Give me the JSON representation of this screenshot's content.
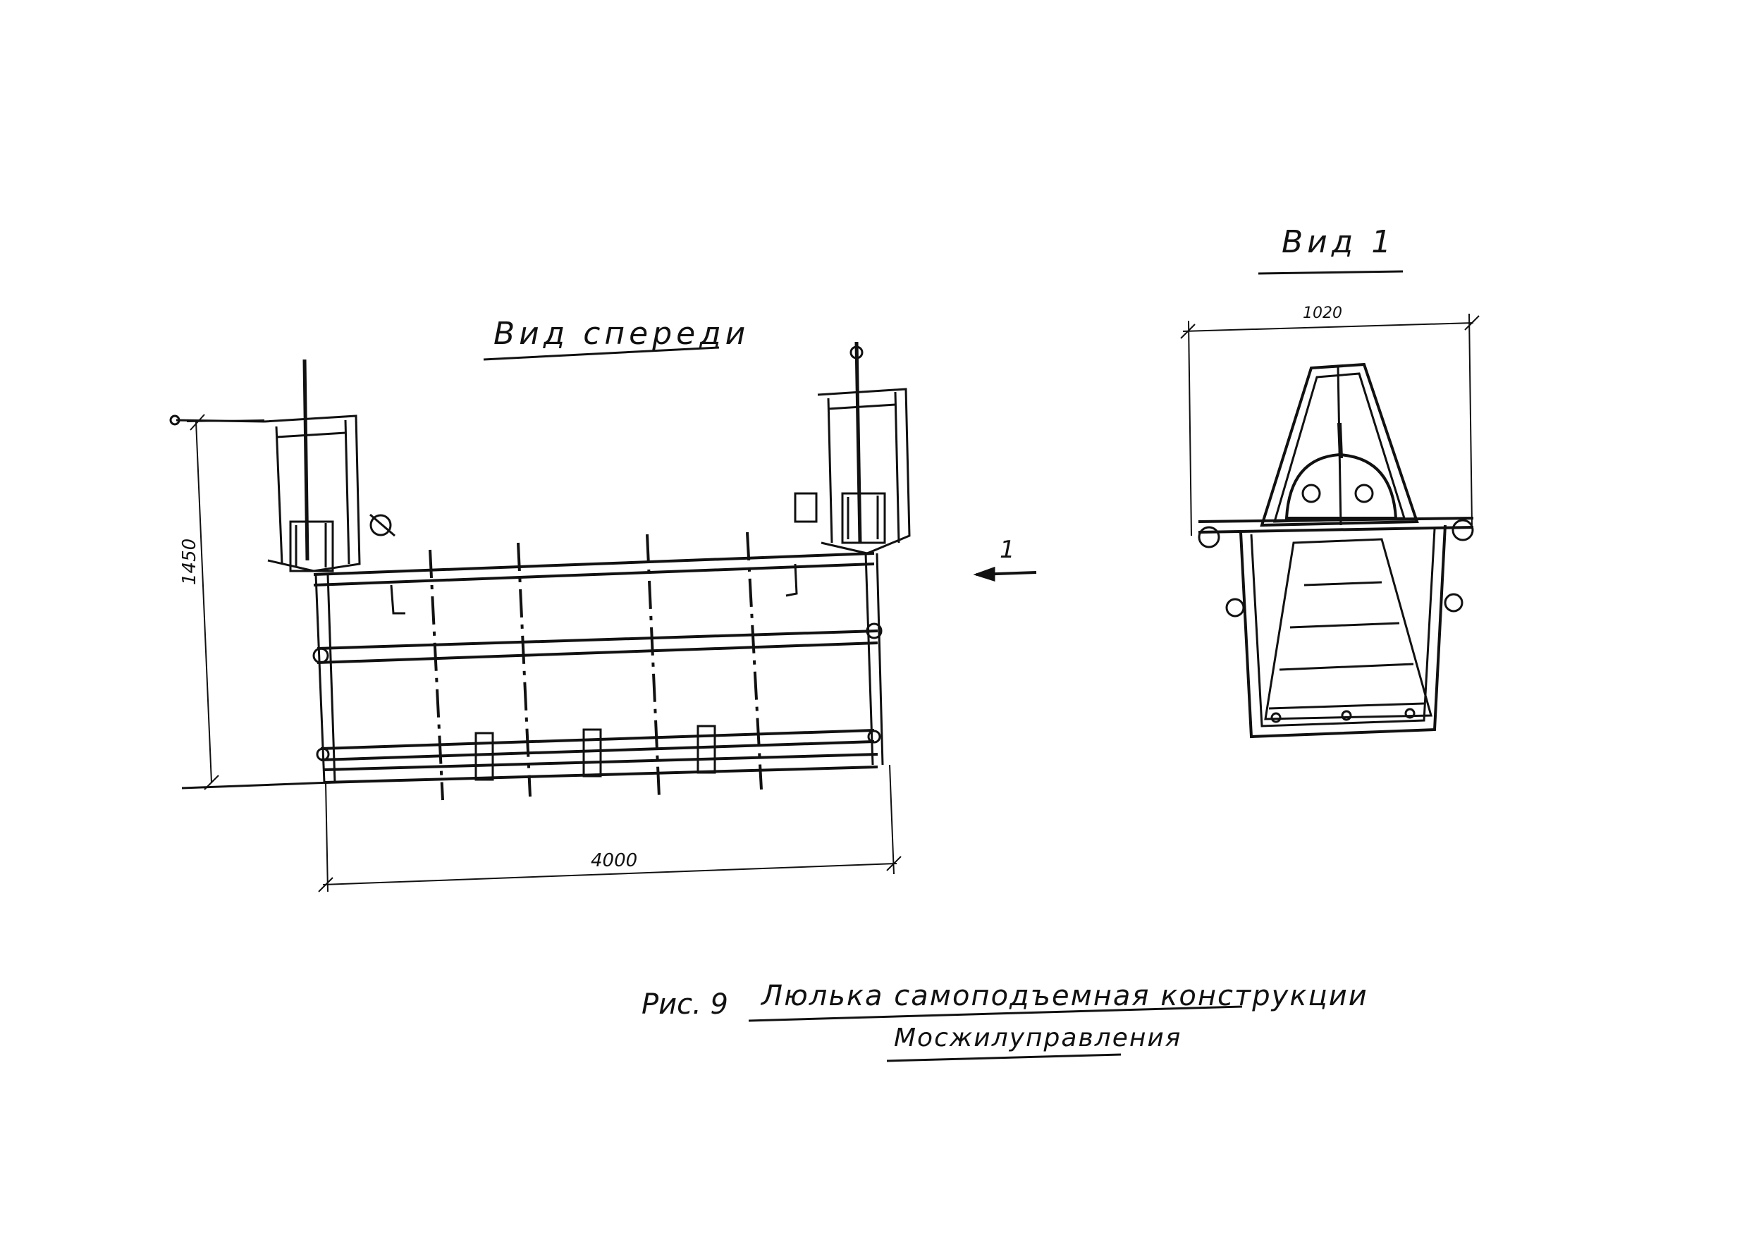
{
  "views": {
    "front_title": "Вид спереди",
    "side_title": "Вид 1"
  },
  "dimensions": {
    "width_front": "4000",
    "height_front": "1450",
    "width_side": "1020"
  },
  "view_arrow_label": "1",
  "caption": {
    "figure_number": "Рис. 9",
    "line1": "Люлька самоподъемная конструкции",
    "line2": "Мосжилуправления"
  }
}
